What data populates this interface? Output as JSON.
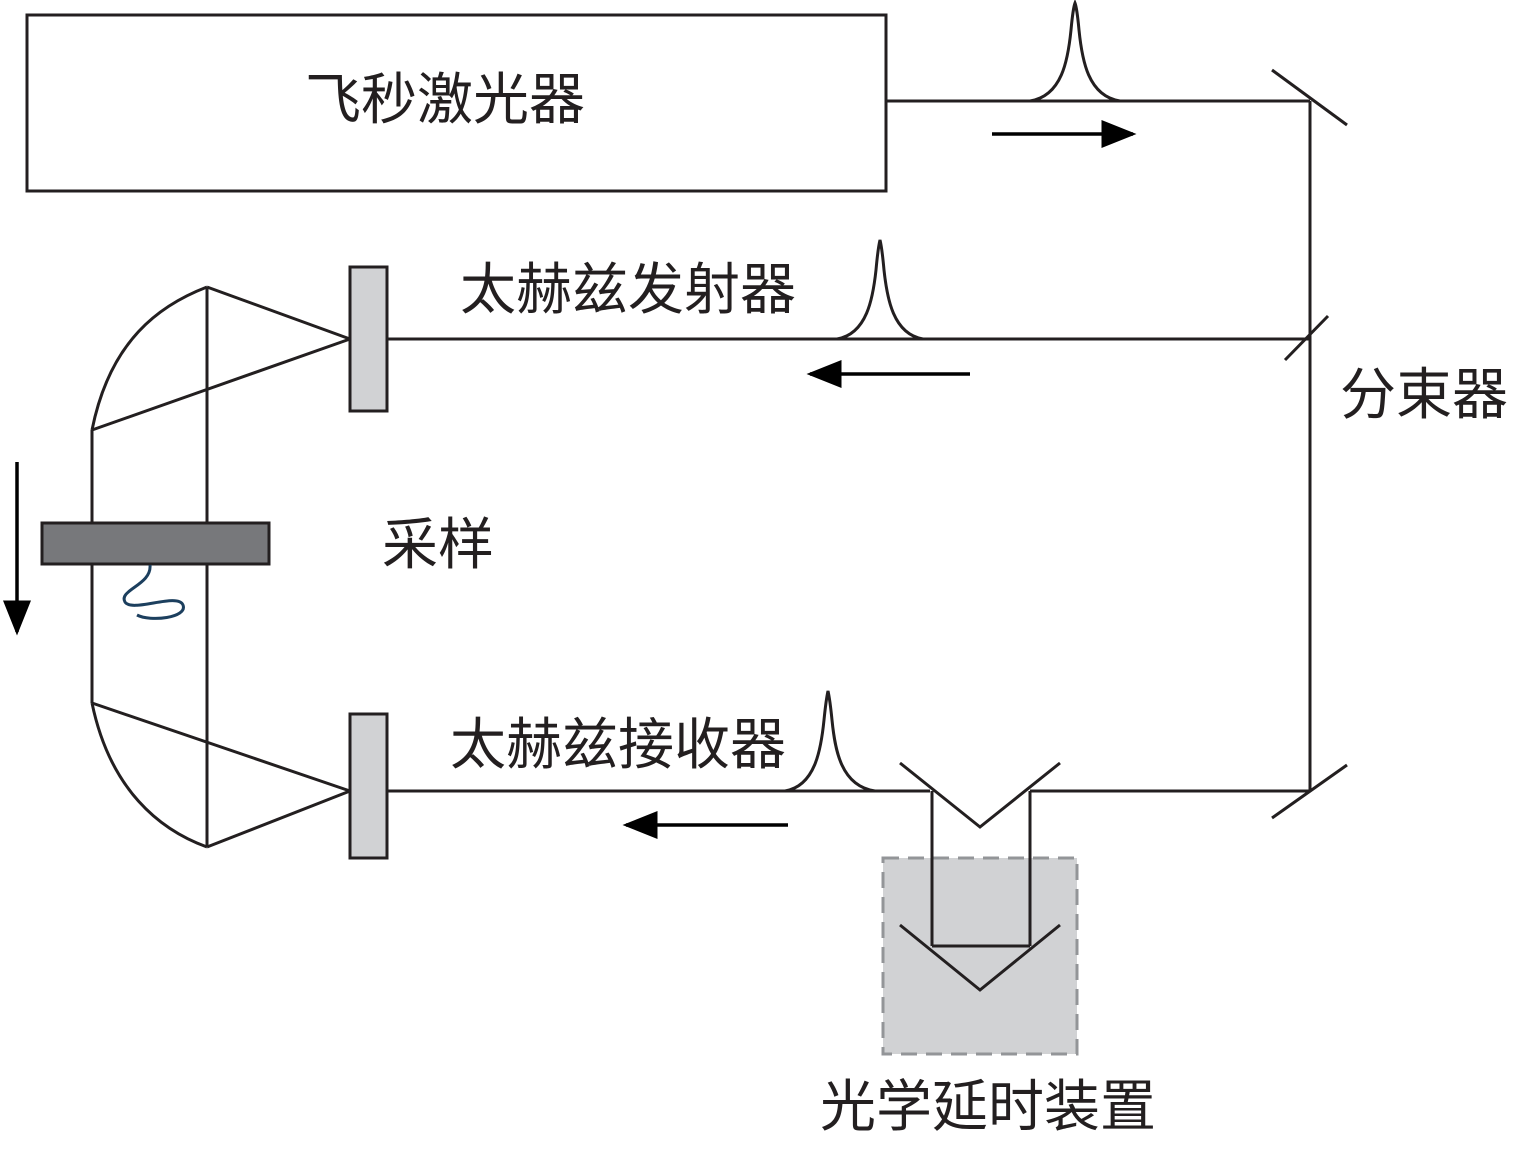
{
  "labels": {
    "laser": "飞秒激光器",
    "emitter": "太赫兹发射器",
    "splitter": "分束器",
    "sampling": "采样",
    "receiver": "太赫兹接收器",
    "delay": "光学延时装置"
  },
  "colors": {
    "line": "#231f20",
    "antenna_fill": "#d1d2d4",
    "sample_fill": "#77787b",
    "delay_fill": "#d1d2d4",
    "delay_border": "#939598",
    "sample_curve": "#1c3f5e"
  }
}
